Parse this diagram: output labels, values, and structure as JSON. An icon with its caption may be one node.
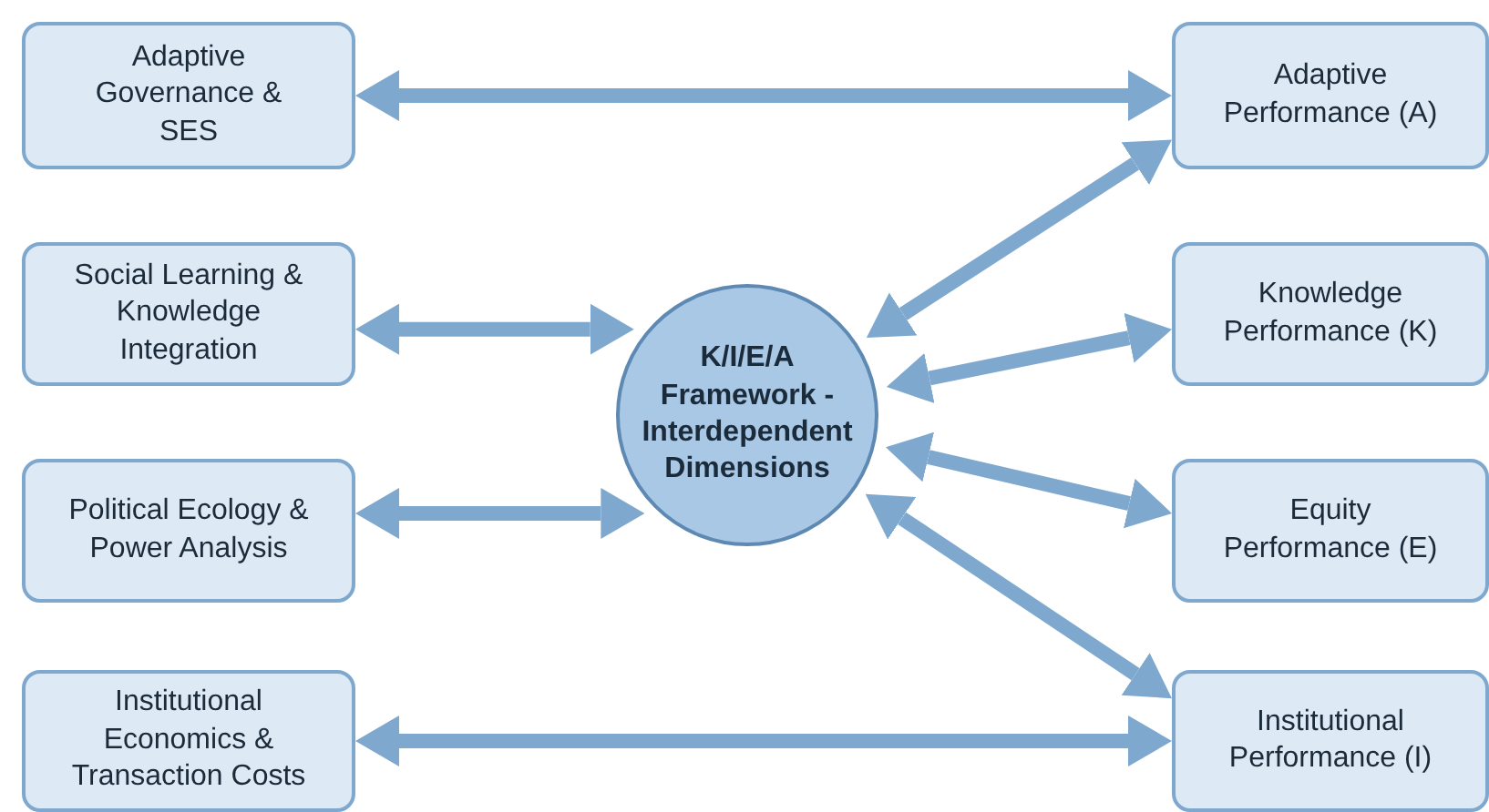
{
  "diagram": {
    "nodes": [
      {
        "text": [
          "Adaptive Governance & SES"
        ]
      },
      {
        "text": [
          "Social Learning & Knowledge Integration"
        ]
      },
      {
        "text": [
          "Political Ecology & Power Analysis"
        ]
      },
      {
        "text": [
          "Institutional Economics & Transaction Costs"
        ]
      },
      {
        "text": [
          "K/I/E/A Framework - Interdependent Dimensions"
        ]
      },
      {
        "text": [
          "Adaptive Performance (A)"
        ]
      },
      {
        "text": [
          "Knowledge Performance (K)"
        ]
      },
      {
        "text": [
          "Equity Performance (E)"
        ]
      },
      {
        "text": [
          "Institutional Performance (I)"
        ]
      }
    ],
    "edges": [
      {
        "from": 0,
        "to": 5,
        "arrow": "both"
      },
      {
        "from": 1,
        "to": 4,
        "arrow": "both"
      },
      {
        "from": 2,
        "to": 4,
        "arrow": "both"
      },
      {
        "from": 3,
        "to": 8,
        "arrow": "both"
      },
      {
        "from": 4,
        "to": 5,
        "arrow": "both"
      },
      {
        "from": 4,
        "to": 6,
        "arrow": "both"
      },
      {
        "from": 4,
        "to": 7,
        "arrow": "both"
      },
      {
        "from": 4,
        "to": 8,
        "arrow": "both"
      }
    ]
  }
}
